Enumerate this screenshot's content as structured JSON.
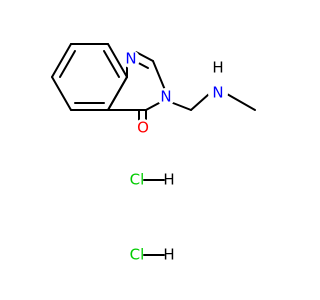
{
  "molecule": {
    "colors": {
      "bond": "#000000",
      "carbon": "#000000",
      "nitrogen": "#0000ff",
      "oxygen": "#ff0000",
      "hydrogen": "#000000",
      "chlorine": "#00cc00"
    },
    "atoms": {
      "n1": "N",
      "n3": "N",
      "o": "O",
      "nh": "N",
      "h": "H"
    },
    "salts": {
      "cl1": "Cl",
      "h1": "H",
      "cl2": "Cl",
      "h2": "H"
    }
  }
}
